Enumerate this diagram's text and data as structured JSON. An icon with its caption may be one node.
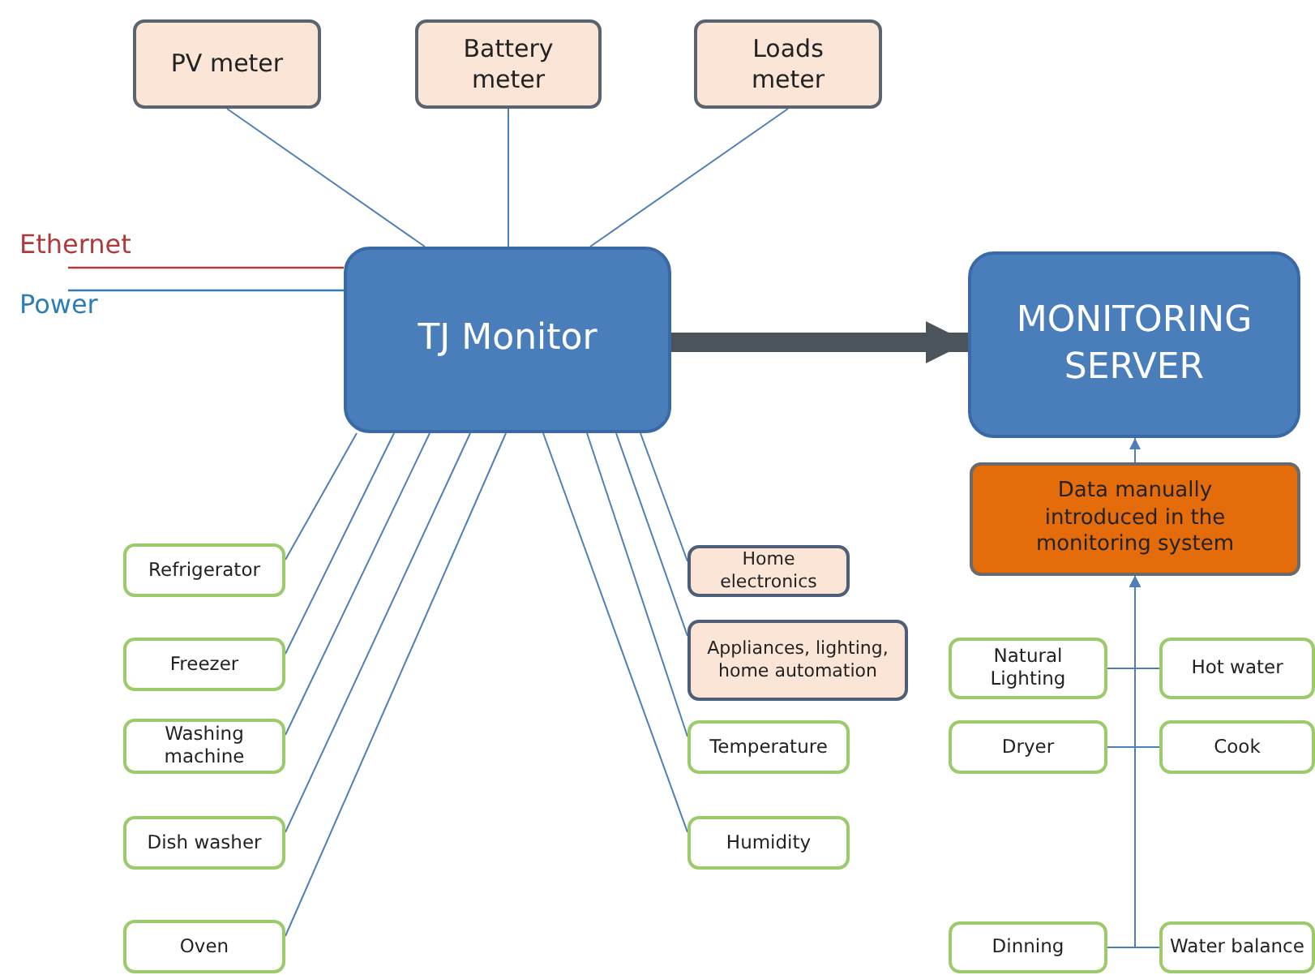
{
  "diagram": {
    "nodes": [
      {
        "text": [
          "PV meter"
        ]
      },
      {
        "text": [
          "Battery meter"
        ]
      },
      {
        "text": [
          "Loads meter"
        ]
      },
      {
        "text": [
          "Ethernet"
        ]
      },
      {
        "text": [
          "Power"
        ]
      },
      {
        "text": [
          "TJ Monitor"
        ]
      },
      {
        "text": [
          "MONITORING SERVER"
        ]
      },
      {
        "text": [
          "Data manually introduced in the monitoring system"
        ]
      },
      {
        "text": [
          "Refrigerator"
        ]
      },
      {
        "text": [
          "Home electronics"
        ]
      },
      {
        "text": [
          "Appliances, lighting, home automation"
        ]
      },
      {
        "text": [
          "Natural Lighting"
        ]
      },
      {
        "text": [
          "Hot water"
        ]
      },
      {
        "text": [
          "Freezer"
        ]
      },
      {
        "text": [
          "Washing machine"
        ]
      },
      {
        "text": [
          "Temperature"
        ]
      },
      {
        "text": [
          "Dryer"
        ]
      },
      {
        "text": [
          "Cook"
        ]
      },
      {
        "text": [
          "Dish washer"
        ]
      },
      {
        "text": [
          "Humidity"
        ]
      },
      {
        "text": [
          "Oven"
        ]
      },
      {
        "text": [
          "Dinning"
        ]
      },
      {
        "text": [
          "Water balance"
        ]
      }
    ],
    "edges": [
      {
        "from": 0,
        "to": 5,
        "arrow": "none"
      },
      {
        "from": 1,
        "to": 5,
        "arrow": "none"
      },
      {
        "from": 2,
        "to": 5,
        "arrow": "none"
      },
      {
        "from": 3,
        "to": 5,
        "arrow": "none",
        "color": "#b03a3a"
      },
      {
        "from": 4,
        "to": 5,
        "arrow": "none",
        "color": "#2e7db5"
      },
      {
        "from": 5,
        "to": 6,
        "arrow": "to",
        "style": "thick",
        "color": "#4b535b"
      },
      {
        "from": 5,
        "to": 8,
        "arrow": "none"
      },
      {
        "from": 5,
        "to": 13,
        "arrow": "none"
      },
      {
        "from": 5,
        "to": 14,
        "arrow": "none"
      },
      {
        "from": 5,
        "to": 18,
        "arrow": "none"
      },
      {
        "from": 5,
        "to": 20,
        "arrow": "none"
      },
      {
        "from": 5,
        "to": 9,
        "arrow": "none"
      },
      {
        "from": 5,
        "to": 10,
        "arrow": "none"
      },
      {
        "from": 5,
        "to": 15,
        "arrow": "none"
      },
      {
        "from": 5,
        "to": 19,
        "arrow": "none"
      },
      {
        "from": 7,
        "to": 6,
        "arrow": "to"
      },
      {
        "from": 11,
        "to": 7,
        "arrow": "to"
      },
      {
        "from": 12,
        "to": 7,
        "arrow": "to"
      },
      {
        "from": 16,
        "to": 7,
        "arrow": "to"
      },
      {
        "from": 17,
        "to": 7,
        "arrow": "to"
      },
      {
        "from": 21,
        "to": 7,
        "arrow": "to"
      },
      {
        "from": 22,
        "to": 7,
        "arrow": "to"
      }
    ]
  }
}
